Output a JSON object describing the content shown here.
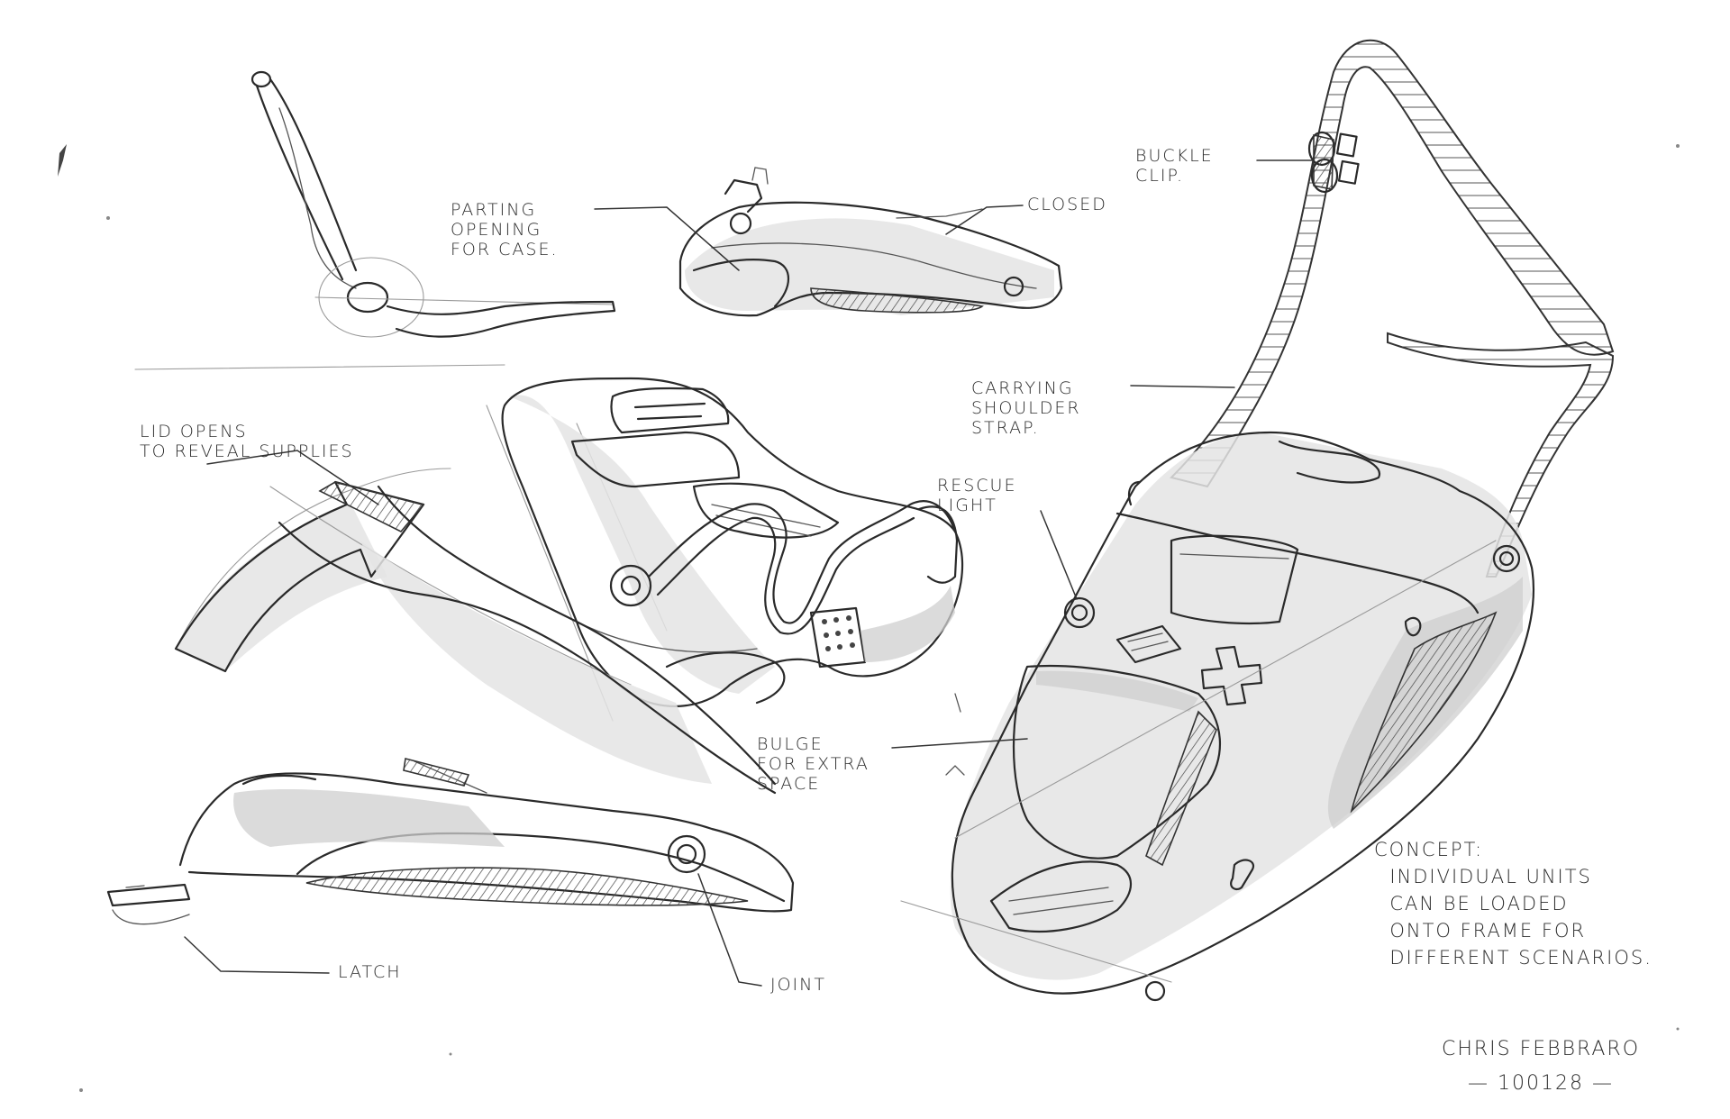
{
  "labels": {
    "parting": "PARTING\nOPENING\nFOR CASE.",
    "closed": "CLOSED",
    "buckle": "BUCKLE\nCLIP.",
    "carrying": "CARRYING\nSHOULDER\nSTRAP.",
    "lid": "LID OPENS\nTO REVEAL SUPPLIES",
    "rescue": "RESCUE\nLIGHT",
    "bulge": "BULGE\nFOR EXTRA\nSPACE",
    "latch": "LATCH",
    "joint": "JOINT",
    "concept": "CONCEPT:\n  INDIVIDUAL UNITS\n  CAN BE LOADED\n  ONTO FRAME FOR\n  DIFFERENT SCENARIOS.",
    "author": "CHRIS FEBBRARO",
    "code": "— 100128 —"
  }
}
